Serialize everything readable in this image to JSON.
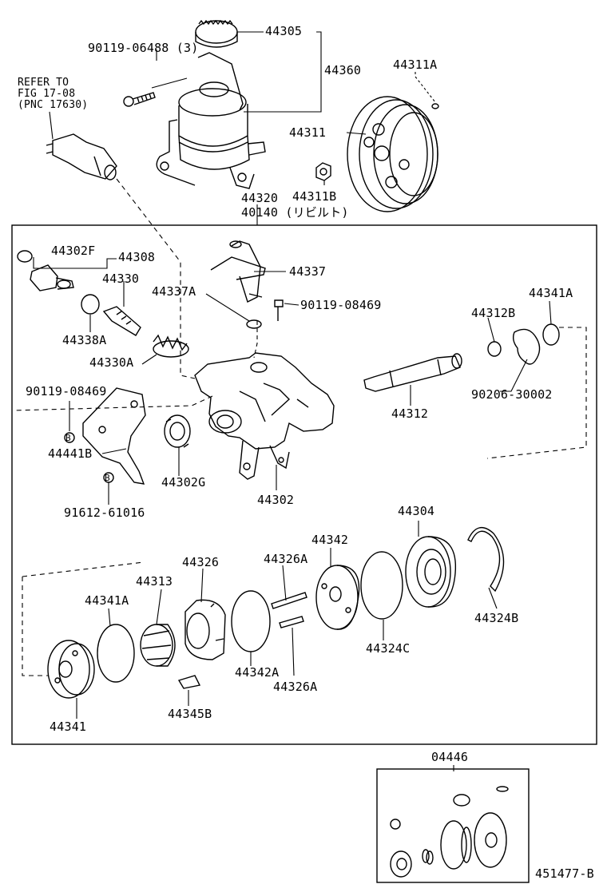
{
  "labels": {
    "p44305": "44305",
    "p90119_06488": "90119-06488 (3)",
    "p44360": "44360",
    "p44311A": "44311A",
    "refer_1": "REFER TO",
    "refer_2": "FIG 17-08",
    "refer_3": "(PNC 17630)",
    "p44311": "44311",
    "p44311B": "44311B",
    "p44320": "44320",
    "p40140": "40140 (リビルト)",
    "p44302F": "44302F",
    "p44308": "44308",
    "p44337": "44337",
    "p44330": "44330",
    "p44337A": "44337A",
    "p90119_08469_a": "90119-08469",
    "p44341A_a": "44341A",
    "p44312B": "44312B",
    "p44338A": "44338A",
    "p44330A": "44330A",
    "p90119_08469_b": "90119-08469",
    "p90206_30002": "90206-30002",
    "p44312": "44312",
    "p44441B": "44441B",
    "p44302G": "44302G",
    "p44302": "44302",
    "p91612_61016": "91612-61016",
    "p44304": "44304",
    "p44342": "44342",
    "p44326": "44326",
    "p44326A_a": "44326A",
    "p44313": "44313",
    "p44341A_b": "44341A",
    "p44324B": "44324B",
    "p44324C": "44324C",
    "p44342A": "44342A",
    "p44326A_b": "44326A",
    "p44345B": "44345B",
    "p44341": "44341",
    "p04446": "04446",
    "fig_id": "451477-B",
    "bolt_mark": "B"
  }
}
